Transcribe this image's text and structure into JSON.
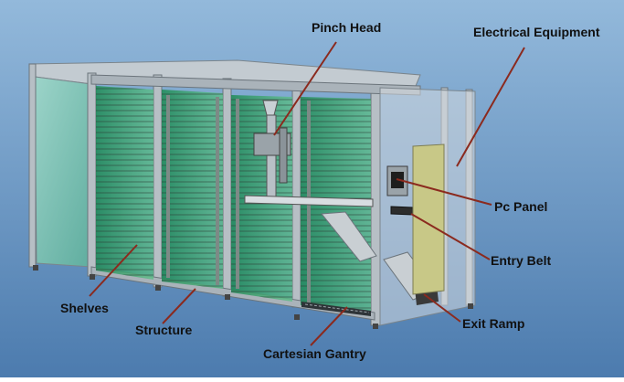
{
  "labels": {
    "pinch_head": "Pinch Head",
    "electrical_equipment": "Electrical Equipment",
    "pc_panel": "Pc Panel",
    "entry_belt": "Entry Belt",
    "exit_ramp": "Exit Ramp",
    "shelves": "Shelves",
    "structure": "Structure",
    "cartesian_gantry": "Cartesian Gantry"
  },
  "colors": {
    "background_top": "#8fb6d8",
    "background_bottom": "#4f7eb0",
    "frame": "#a9b1b7",
    "frame_dark": "#6b747b",
    "glass": "#7fc7b2",
    "shelf_green": "#2e9a62",
    "electrical_panel": "#c9c98a",
    "leader_line": "#8b2a1e"
  }
}
